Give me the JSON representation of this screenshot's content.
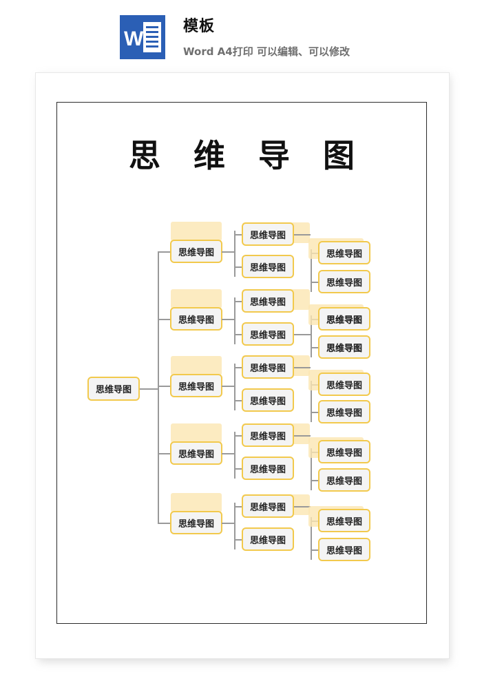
{
  "header": {
    "title": "模板",
    "subtitle": "Word A4打印 可以编辑、可以修改",
    "icon_letter": "W",
    "icon_name": "word-icon",
    "icon_color": "#2b5fb5"
  },
  "document": {
    "title": "思维导图"
  },
  "mindmap": {
    "accent_color": "#f2c94c",
    "highlight_color": "#fbe6b2",
    "root": "思维导图",
    "branches": [
      {
        "label": "思维导图",
        "children": [
          {
            "label": "思维导图",
            "children": [
              "思维导图",
              "思维导图"
            ]
          },
          {
            "label": "思维导图",
            "children": []
          }
        ]
      },
      {
        "label": "思维导图",
        "children": [
          {
            "label": "思维导图",
            "children": []
          },
          {
            "label": "思维导图",
            "children": [
              "思维导图",
              "思维导图"
            ]
          }
        ]
      },
      {
        "label": "思维导图",
        "children": [
          {
            "label": "思维导图",
            "children": [
              "思维导图",
              "思维导图"
            ]
          },
          {
            "label": "思维导图",
            "children": []
          }
        ]
      },
      {
        "label": "思维导图",
        "children": [
          {
            "label": "思维导图",
            "children": [
              "思维导图",
              "思维导图"
            ]
          },
          {
            "label": "思维导图",
            "children": []
          }
        ]
      },
      {
        "label": "思维导图",
        "children": [
          {
            "label": "思维导图",
            "children": [
              "思维导图",
              "思维导图"
            ]
          },
          {
            "label": "思维导图",
            "children": []
          }
        ]
      }
    ]
  }
}
